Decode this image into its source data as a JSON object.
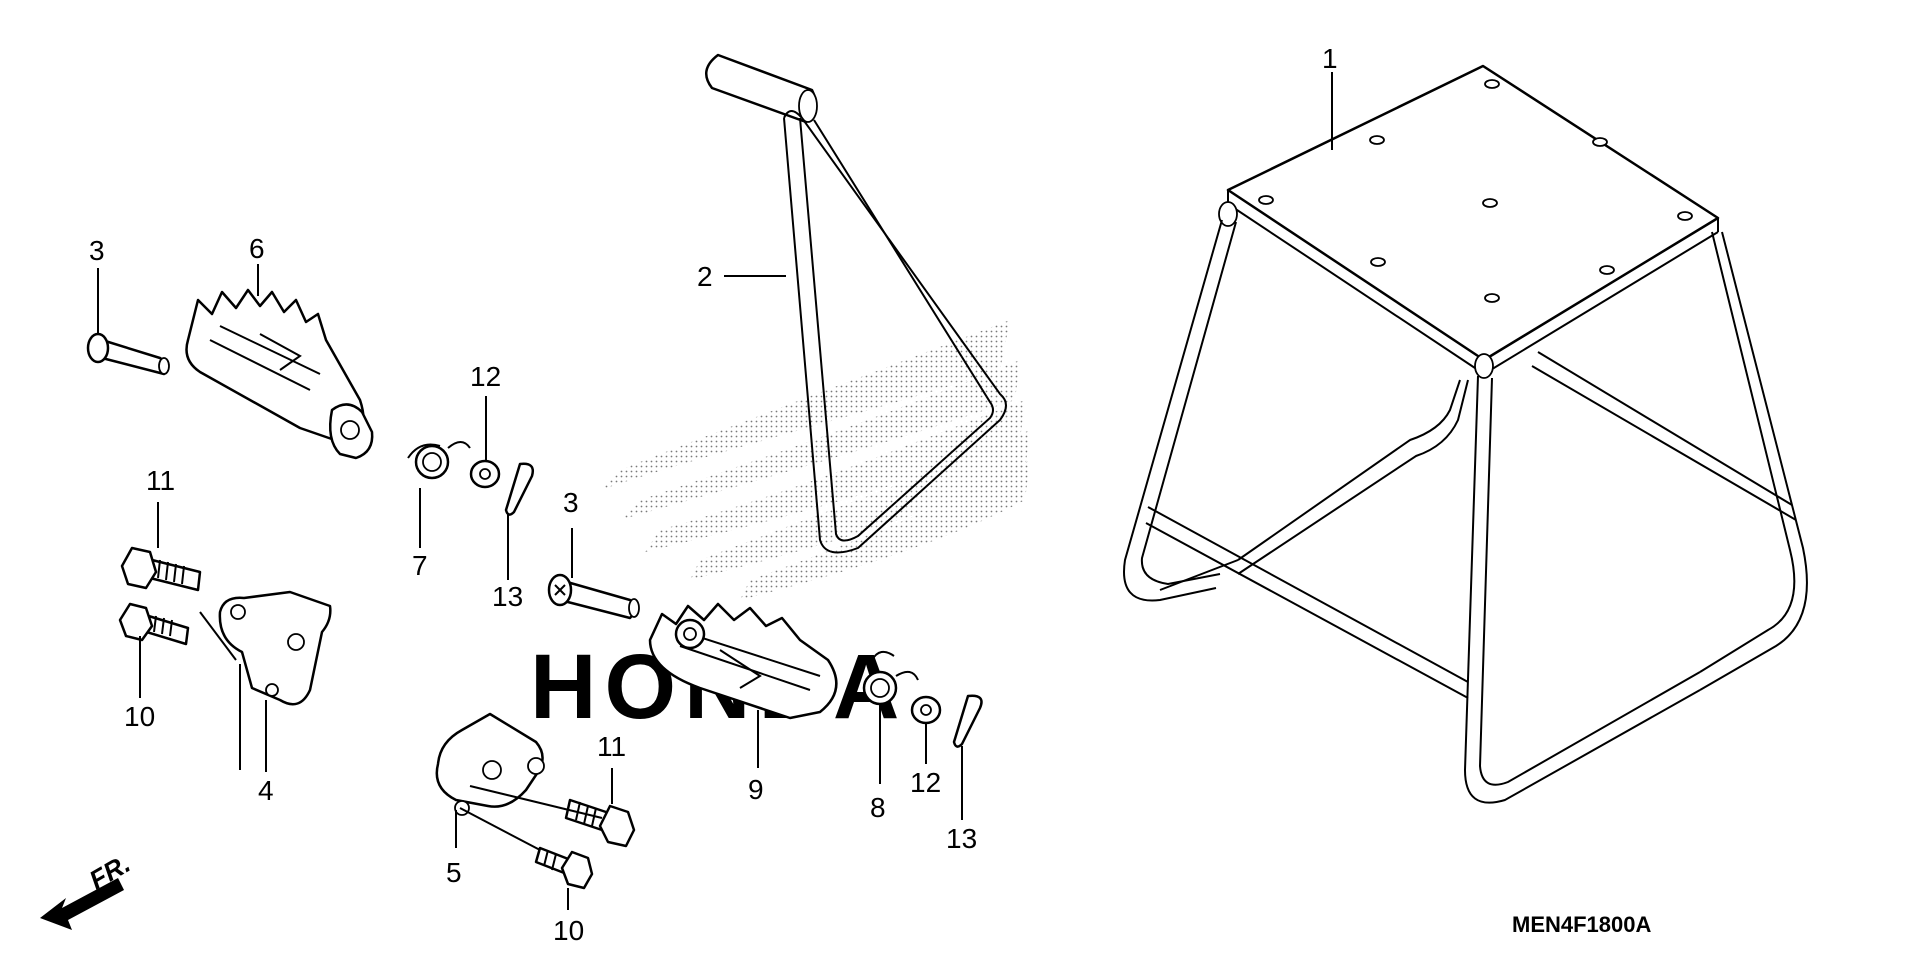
{
  "diagram": {
    "reference_code": "MEN4F1800A",
    "direction_label": "FR.",
    "brand_watermark": "HONDA",
    "callouts": [
      {
        "id": "c1",
        "label": "1"
      },
      {
        "id": "c2",
        "label": "2"
      },
      {
        "id": "c3a",
        "label": "3"
      },
      {
        "id": "c3b",
        "label": "3"
      },
      {
        "id": "c4",
        "label": "4"
      },
      {
        "id": "c5",
        "label": "5"
      },
      {
        "id": "c6",
        "label": "6"
      },
      {
        "id": "c7",
        "label": "7"
      },
      {
        "id": "c8",
        "label": "8"
      },
      {
        "id": "c9",
        "label": "9"
      },
      {
        "id": "c10a",
        "label": "10"
      },
      {
        "id": "c10b",
        "label": "10"
      },
      {
        "id": "c11a",
        "label": "11"
      },
      {
        "id": "c11b",
        "label": "11"
      },
      {
        "id": "c12a",
        "label": "12"
      },
      {
        "id": "c12b",
        "label": "12"
      },
      {
        "id": "c13a",
        "label": "13"
      },
      {
        "id": "c13b",
        "label": "13"
      }
    ]
  }
}
